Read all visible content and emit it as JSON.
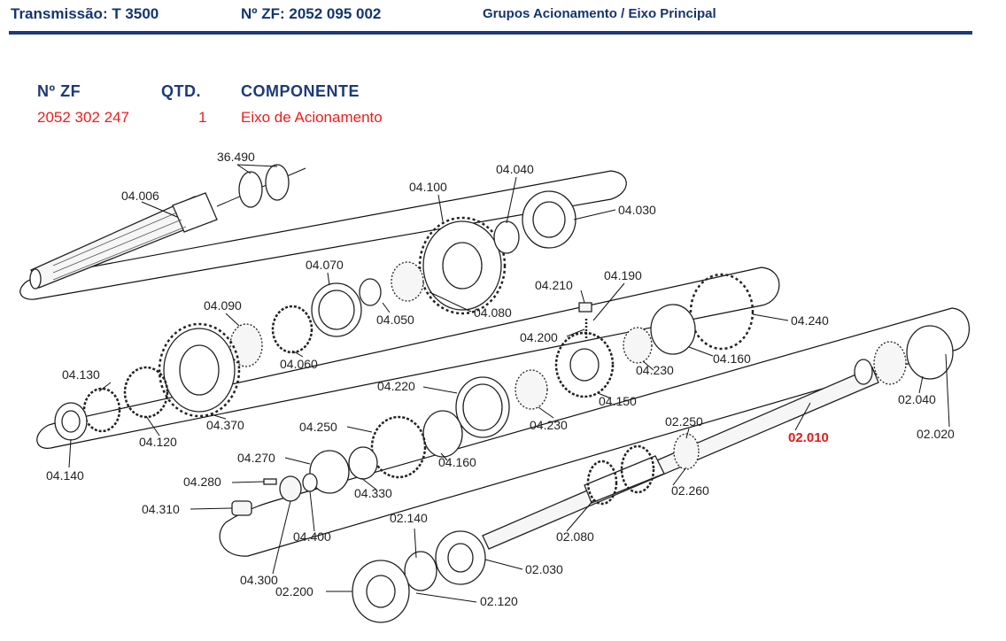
{
  "header": {
    "transmission": "Transmissão: T 3500",
    "zf_number": "Nº ZF: 2052 095 002",
    "group": "Grupos Acionamento / Eixo Principal",
    "accent_color": "#1c3a78"
  },
  "table": {
    "col_zf": "Nº ZF",
    "col_qty": "QTD.",
    "col_component": "COMPONENTE",
    "zf": "2052 302 247",
    "qty": "1",
    "component": "Eixo de Acionamento",
    "value_color": "#ee1c1c"
  },
  "diagram": {
    "highlight_label": "02.010",
    "labels": [
      "36.490",
      "04.006",
      "04.100",
      "04.040",
      "04.030",
      "04.070",
      "04.050",
      "04.080",
      "04.090",
      "04.060",
      "04.130",
      "04.120",
      "04.370",
      "04.140",
      "04.210",
      "04.190",
      "04.200",
      "04.240",
      "04.230",
      "04.160",
      "04.220",
      "04.150",
      "04.230",
      "04.250",
      "04.160",
      "04.270",
      "04.280",
      "04.330",
      "04.310",
      "04.400",
      "04.300",
      "02.250",
      "02.260",
      "02.040",
      "02.020",
      "02.080",
      "02.140",
      "02.030",
      "02.200",
      "02.120"
    ]
  }
}
